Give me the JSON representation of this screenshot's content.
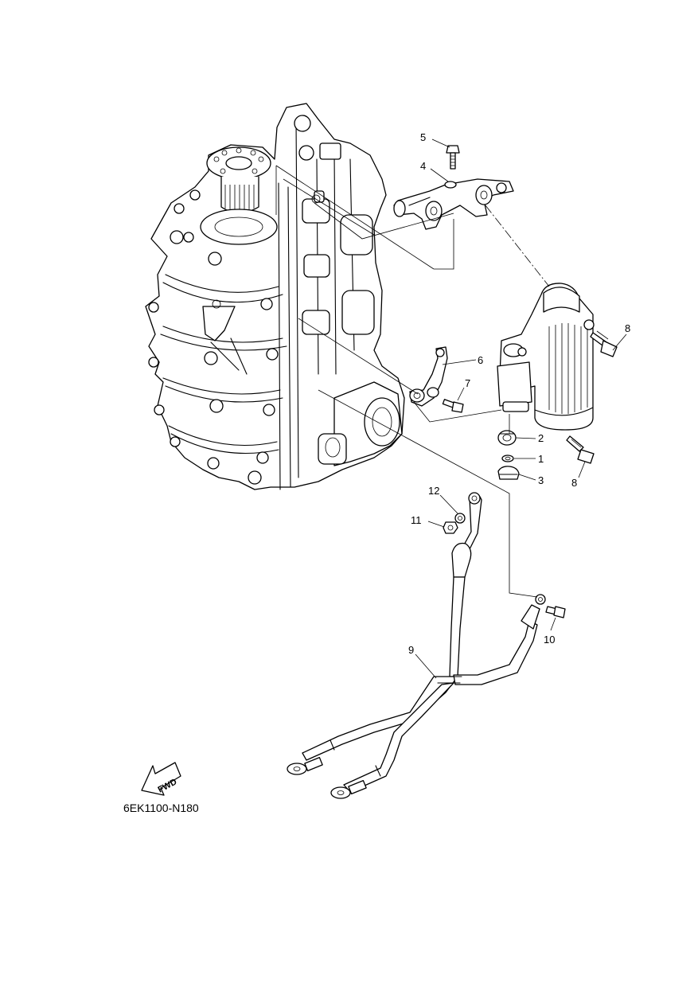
{
  "callouts": {
    "c1": "1",
    "c2": "2",
    "c3": "3",
    "c4": "4",
    "c5": "5",
    "c6": "6",
    "c7": "7",
    "c8a": "8",
    "c8b": "8",
    "c9": "9",
    "c10": "10",
    "c11": "11",
    "c12": "12"
  },
  "fwd_label": "FWD",
  "diagram_code": "6EK1100-N180"
}
